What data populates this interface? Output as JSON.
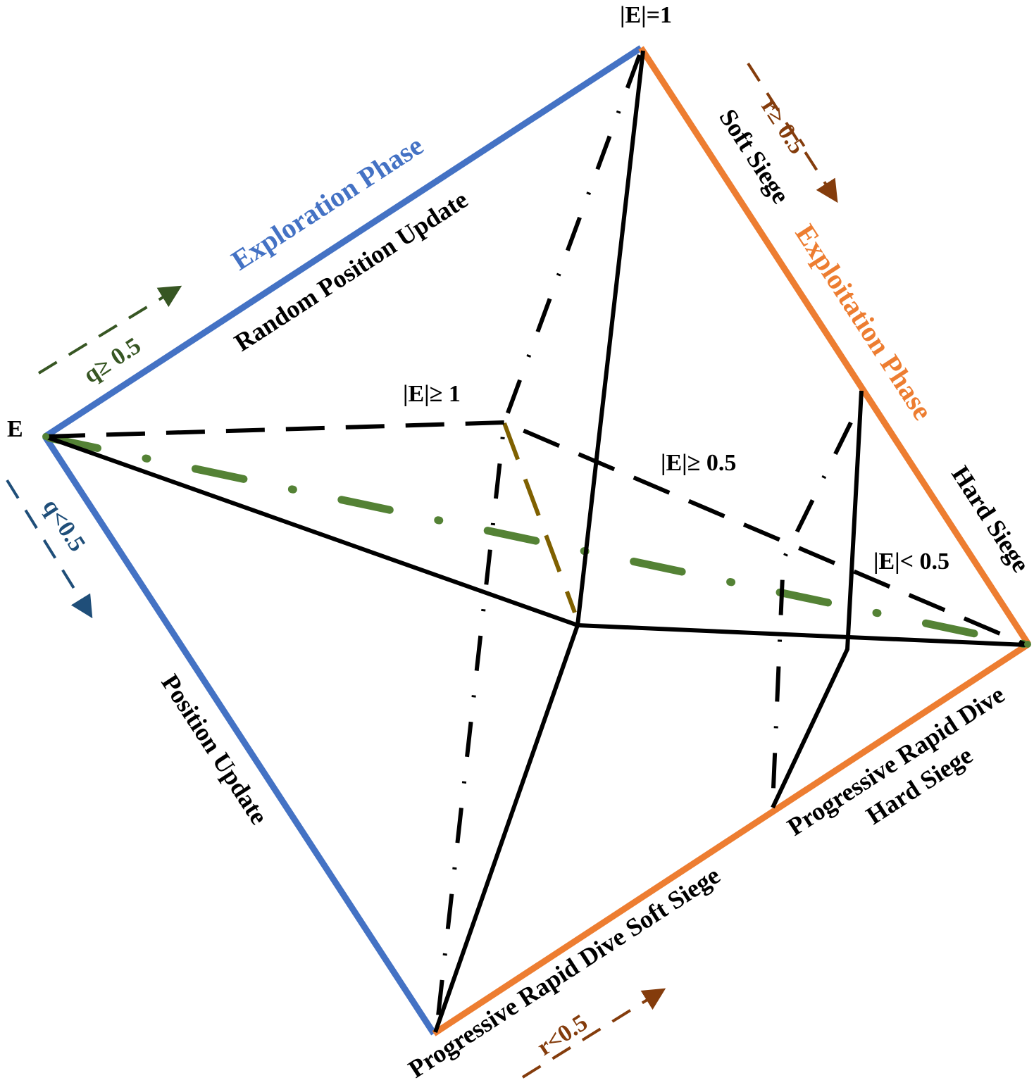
{
  "vertex_labels": {
    "e": "E",
    "e_eq_1": "|E|=1",
    "e_ge_1": "|E|≥ 1",
    "e_ge_05": "|E|≥ 0.5",
    "e_lt_05": "|E|< 0.5"
  },
  "phases": {
    "exploration": "Exploration Phase",
    "exploitation": "Exploitation Phase"
  },
  "edge_labels": {
    "random_position_update": "Random Position Update",
    "position_update": "Position Update",
    "soft_siege": "Soft Siege",
    "hard_siege": "Hard Siege",
    "prds_soft_siege": "Progressive Rapid Dive Soft Siege",
    "prd_line1": "Progressive Rapid Dive",
    "prd_line2": "Hard Siege"
  },
  "conditions": {
    "q_ge": "q≥ 0.5",
    "q_lt": "q<0.5",
    "r_ge": "r≥ 0.5",
    "r_lt": "r<0.5"
  },
  "colors": {
    "exploration": "#4472c4",
    "exploitation": "#ed7d31",
    "green": "#548235",
    "dark_green": "#375623",
    "navy": "#1f4e79",
    "brown": "#843c0c",
    "olive": "#7f6000"
  }
}
